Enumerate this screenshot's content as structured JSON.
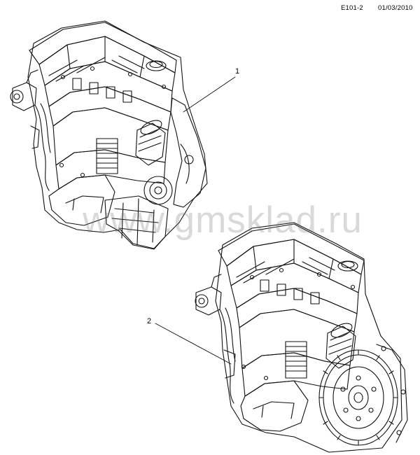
{
  "header": {
    "ref_code": "E101-2",
    "date": "01/03/2010"
  },
  "callouts": [
    {
      "label": "1"
    },
    {
      "label": "2"
    }
  ],
  "watermark": {
    "text": "www.gmsklad.ru"
  }
}
